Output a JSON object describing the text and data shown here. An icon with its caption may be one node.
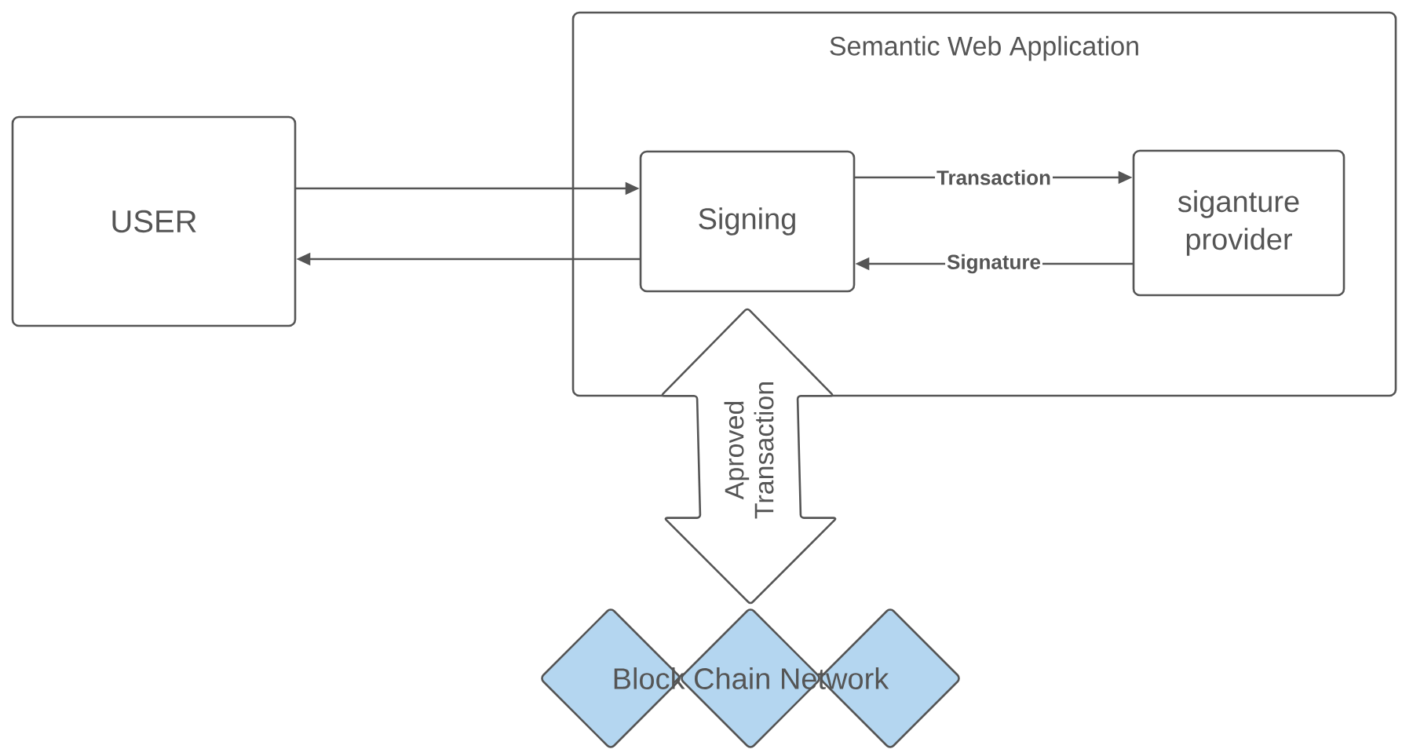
{
  "diagram": {
    "nodes": [
      {
        "text": [
          "Semantic Web Application"
        ]
      },
      {
        "text": [
          "USER"
        ]
      },
      {
        "text": [
          "Signing"
        ],
        "in": 0
      },
      {
        "text": [
          "siganture provider"
        ],
        "in": 0
      },
      {
        "text": [
          "Block Chain Network"
        ]
      }
    ],
    "edges": [
      {
        "from": 1,
        "to": 2,
        "arrow": "to"
      },
      {
        "from": 2,
        "to": 1,
        "arrow": "to"
      },
      {
        "from": 2,
        "to": 3,
        "arrow": "to",
        "label": "Transaction"
      },
      {
        "from": 3,
        "to": 2,
        "arrow": "to",
        "label": "Signature"
      },
      {
        "from": 2,
        "to": 4,
        "arrow": "both",
        "label": "Aproved Transaction",
        "style": "thick"
      }
    ]
  }
}
